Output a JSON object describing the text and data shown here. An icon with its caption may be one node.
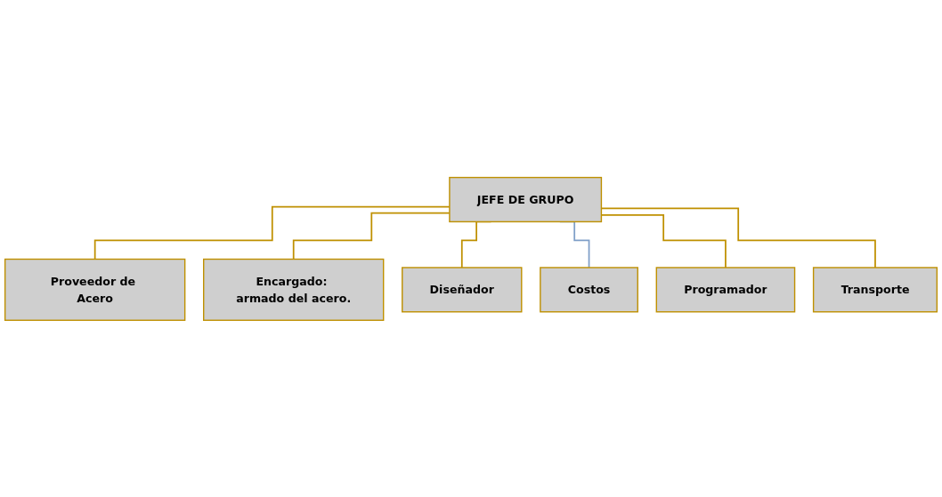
{
  "diagram": {
    "nodes": [
      {
        "text": [
          "JEFE DE GRUPO"
        ]
      },
      {
        "text": [
          "Proveedor de Acero"
        ]
      },
      {
        "text": [
          "Encargado: armado del acero."
        ]
      },
      {
        "text": [
          "Diseñador"
        ]
      },
      {
        "text": [
          "Costos"
        ]
      },
      {
        "text": [
          "Programador"
        ]
      },
      {
        "text": [
          "Transporte"
        ]
      }
    ],
    "edges": [
      {
        "from": 0,
        "to": 1,
        "arrow": "none"
      },
      {
        "from": 0,
        "to": 2,
        "arrow": "none"
      },
      {
        "from": 0,
        "to": 3,
        "arrow": "none"
      },
      {
        "from": 0,
        "to": 4,
        "arrow": "none",
        "color": "#7f9fc8"
      },
      {
        "from": 0,
        "to": 5,
        "arrow": "none"
      },
      {
        "from": 0,
        "to": 6,
        "arrow": "none"
      }
    ]
  }
}
